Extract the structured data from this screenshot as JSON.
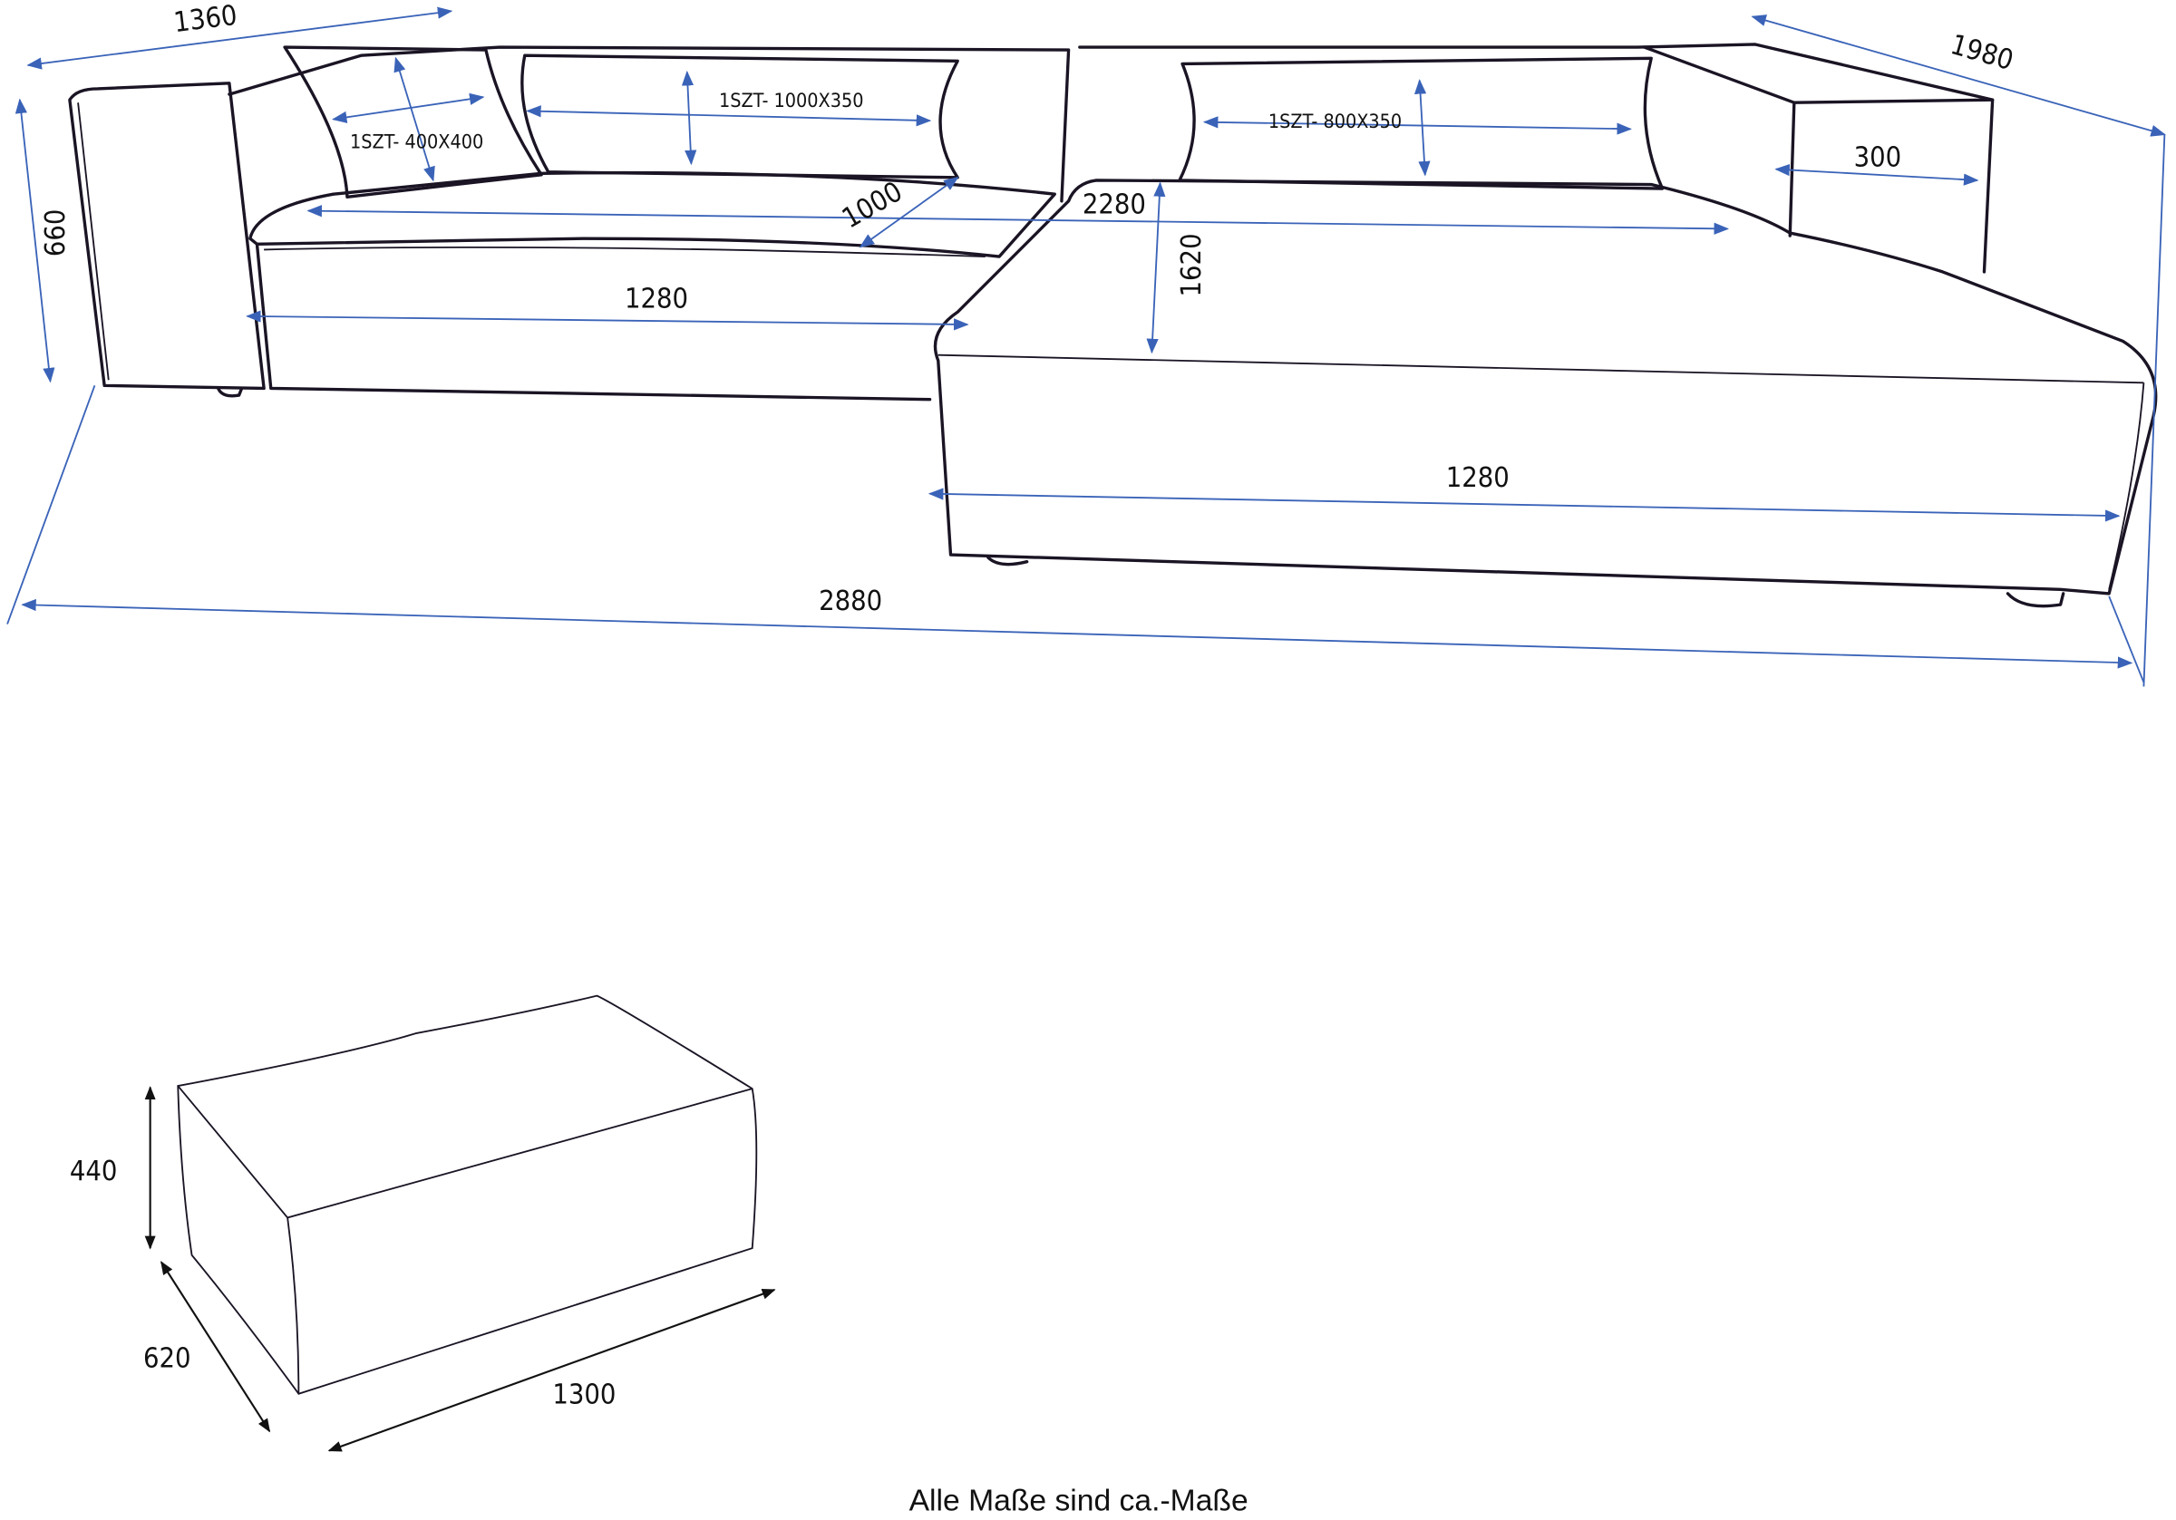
{
  "sofa": {
    "labels": {
      "width_back_left": "1360",
      "depth_right": "1980",
      "height": "660",
      "pillow_small": "1SZT- 400X400",
      "pillow_large": "1SZT- 1000X350",
      "pillow_medium": "1SZT- 800X350",
      "seat_depth": "1000",
      "seat_width_total": "2280",
      "chaise_depth": "1620",
      "armrest_width": "300",
      "seat_left": "1280",
      "seat_chaise": "1280",
      "total_width": "2880"
    }
  },
  "ottoman": {
    "labels": {
      "height": "440",
      "depth": "620",
      "width": "1300"
    }
  },
  "caption": "Alle Maße sind ca.-Maße",
  "colors": {
    "dimension_line": "#3a63b8",
    "outline": "#1a1424"
  }
}
